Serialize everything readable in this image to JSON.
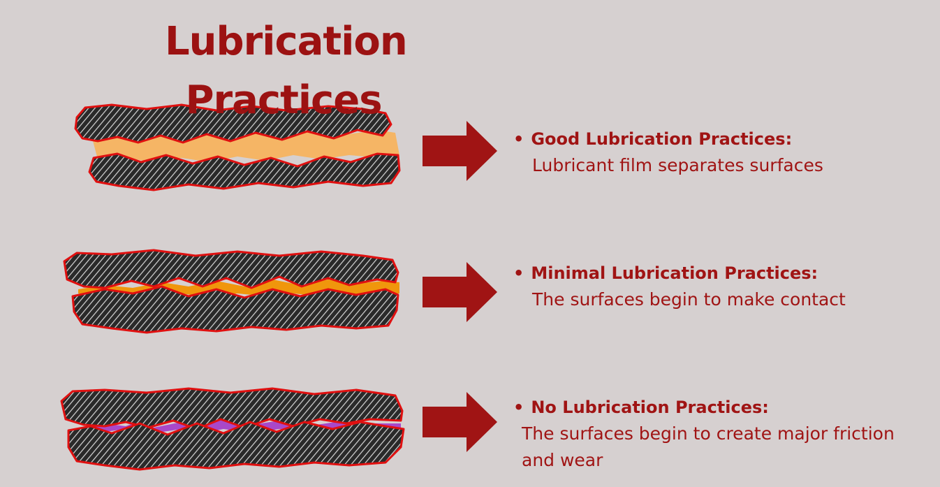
{
  "title": {
    "line1": "Lubrication",
    "line2": "Practices"
  },
  "colors": {
    "background": "#d6d0d0",
    "accent": "#9c1212",
    "good_lubricant": "#f5b565",
    "minimal_lubricant": "#f0960c",
    "no_lubricant": "#a948c9",
    "surface_outline": "#e01010"
  },
  "rows": [
    {
      "bullet": "•",
      "heading": "Good Lubrication Practices:",
      "desc": "Lubricant film separates surfaces",
      "lubricant_color": "#f5b565"
    },
    {
      "bullet": "•",
      "heading": "Minimal Lubrication Practices:",
      "desc": "The surfaces begin to make contact",
      "lubricant_color": "#f0960c"
    },
    {
      "bullet": "•",
      "heading": "No Lubrication Practices:",
      "desc": "The surfaces begin to create major friction and wear",
      "lubricant_color": "#a948c9"
    }
  ]
}
